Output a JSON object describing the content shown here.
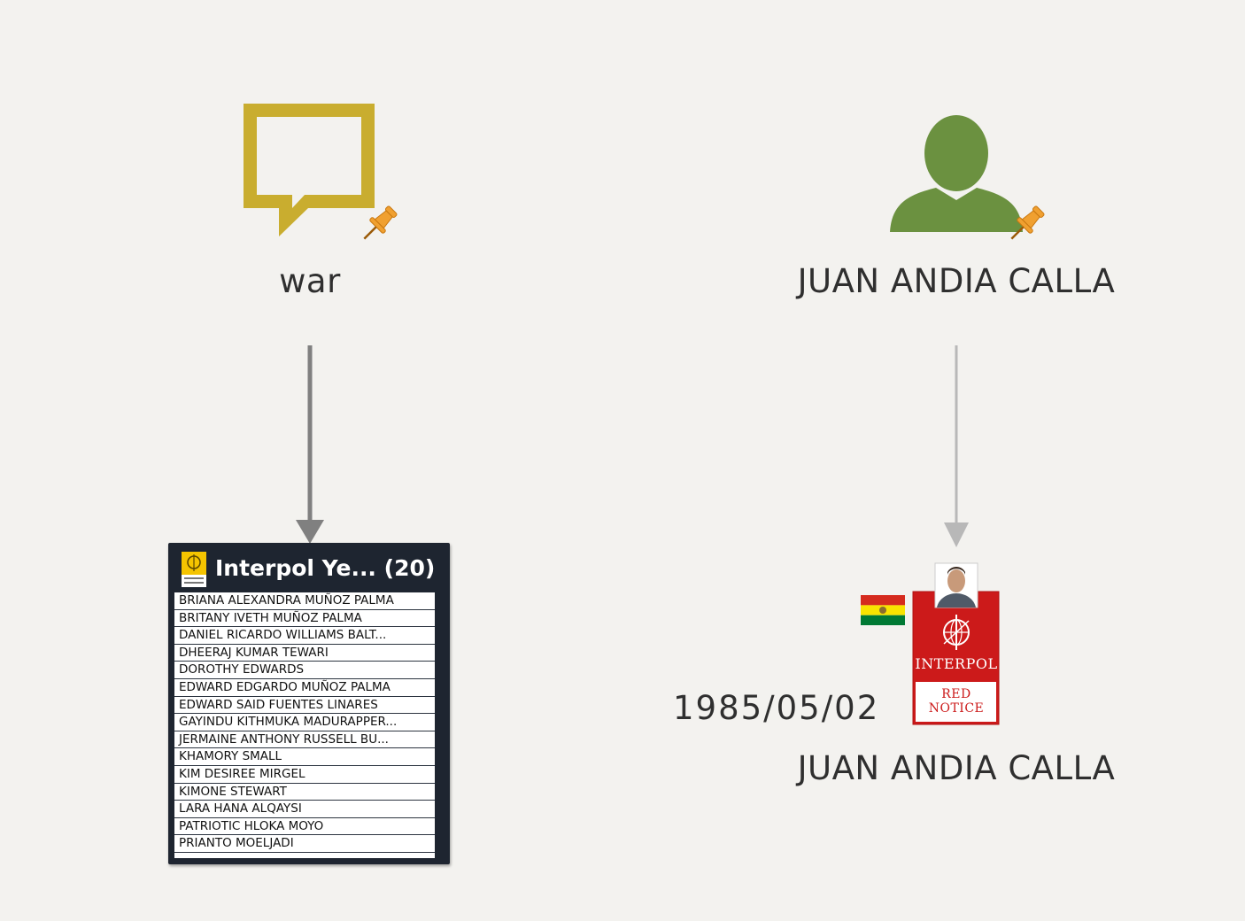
{
  "nodes": {
    "topic": {
      "label": "war",
      "icon": "speech-bubble-icon",
      "pinned": true,
      "color": "#c9ad2f"
    },
    "person": {
      "label": "JUAN ANDIA CALLA",
      "icon": "person-silhouette-icon",
      "pinned": true,
      "color": "#6b9140"
    },
    "notice": {
      "label": "JUAN ANDIA CALLA",
      "date": "1985/05/02",
      "flag": "bolivia-flag-icon",
      "badge_org": "INTERPOL",
      "badge_type": "RED NOTICE",
      "badge_line1": "RED",
      "badge_line2": "NOTICE",
      "color": "#cc1a1a"
    }
  },
  "list": {
    "title": "Interpol Ye... (20)",
    "logo": "interpol-yellow-notice-icon",
    "items": [
      "BRIANA ALEXANDRA MUÑOZ PALMA",
      "BRITANY IVETH MUÑOZ PALMA",
      "DANIEL RICARDO WILLIAMS BALT...",
      "DHEERAJ KUMAR TEWARI",
      "DOROTHY EDWARDS",
      "EDWARD EDGARDO MUÑOZ PALMA",
      "EDWARD SAID FUENTES LINARES",
      "GAYINDU KITHMUKA MADURAPPER...",
      "JERMAINE ANTHONY RUSSELL BU...",
      "KHAMORY SMALL",
      "KIM DESIREE MIRGEL",
      "KIMONE STEWART",
      "LARA HANA ALQAYSI",
      "PATRIOTIC HLOKA MOYO",
      "PRIANTO MOELJADI"
    ]
  },
  "colors": {
    "background": "#f3f2ef",
    "edge_dark": "#808080",
    "edge_light": "#b8b8b8",
    "pin": "#f0a030",
    "list_frame": "#1e2530"
  }
}
